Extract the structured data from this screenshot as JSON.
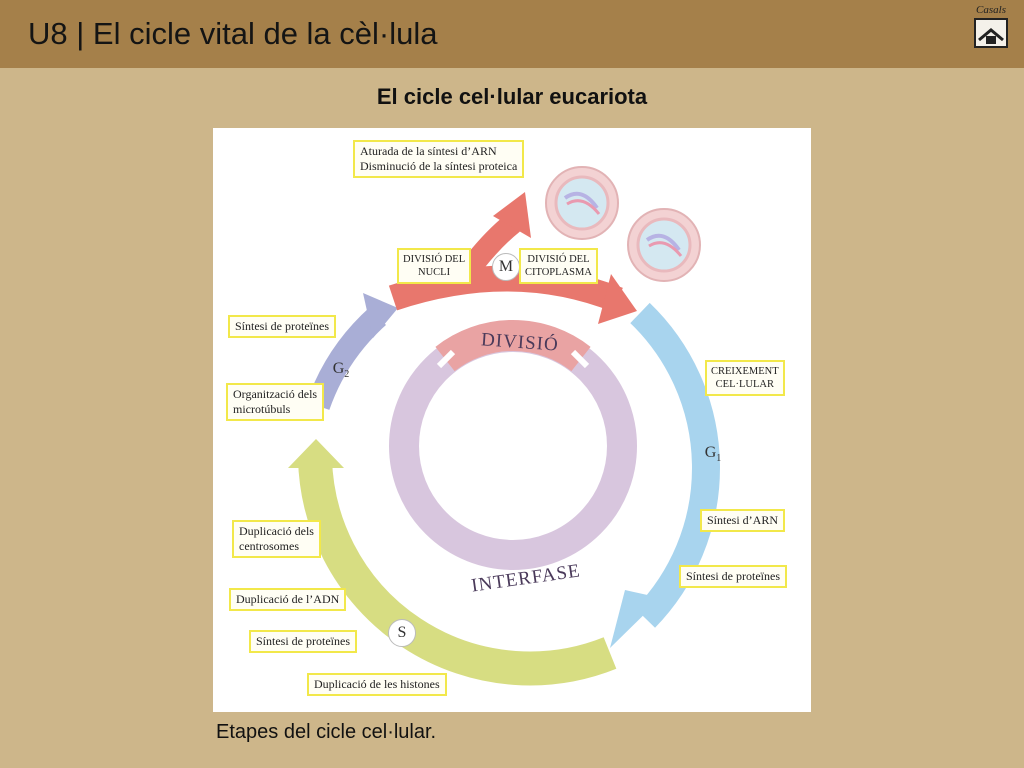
{
  "slide": {
    "title": "U8 | El cicle vital de la cèl·lula",
    "brand": "Casals"
  },
  "subtitle": "El cicle cel·lular eucariota",
  "caption": "Etapes del cicle cel·lular.",
  "diagram": {
    "ring_inner": {
      "division": "DIVISIÓ",
      "interphase": "INTERFASE"
    },
    "phases": {
      "m": "M",
      "g1": "G",
      "g1_sub": "1",
      "g2": "G",
      "g2_sub": "2",
      "s": "S"
    },
    "labels": {
      "m_top_1": "Aturada de la síntesi d’ARN",
      "m_top_2": "Disminució de la síntesi proteica",
      "div_nucli_1": "DIVISIÓ DEL",
      "div_nucli_2": "NUCLI",
      "div_cito_1": "DIVISIÓ DEL",
      "div_cito_2": "CITOPLASMA",
      "creix_1": "CREIXEMENT",
      "creix_2": "CEL·LULAR",
      "g1_arn": "Síntesi d’ARN",
      "g1_prot": "Síntesi de proteïnes",
      "g2_prot": "Síntesi de proteïnes",
      "g2_micro_1": "Organització dels",
      "g2_micro_2": "microtúbuls",
      "s_centro_1": "Duplicació dels",
      "s_centro_2": "centrosomes",
      "s_adn": "Duplicació de l’ADN",
      "s_prot": "Síntesi de proteïnes",
      "s_hist": "Duplicació de les histones"
    },
    "colors": {
      "m_arrow": "#e8776d",
      "g1_arrow": "#a8d4ee",
      "s_arrow": "#d7dd82",
      "g2_arrow": "#a9aed6",
      "ring_division": "#e9a3a3",
      "ring_interphase": "#d8c6de",
      "label_border": "#f2e84a"
    }
  }
}
